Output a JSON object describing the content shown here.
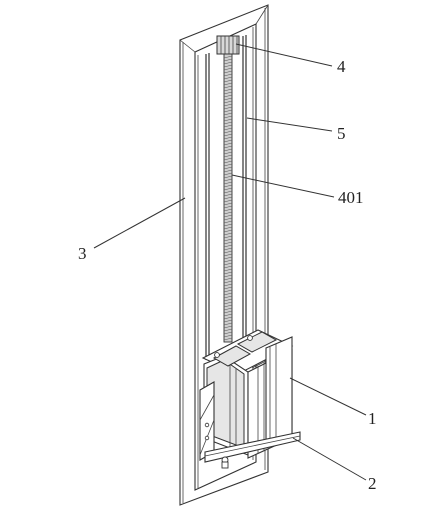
{
  "callouts": [
    {
      "key": "motor",
      "text": "4"
    },
    {
      "key": "guide_rod",
      "text": "5"
    },
    {
      "key": "lead_screw",
      "text": "401"
    },
    {
      "key": "frame",
      "text": "3"
    },
    {
      "key": "carriage_box",
      "text": "1"
    },
    {
      "key": "base_plate",
      "text": "2"
    }
  ]
}
